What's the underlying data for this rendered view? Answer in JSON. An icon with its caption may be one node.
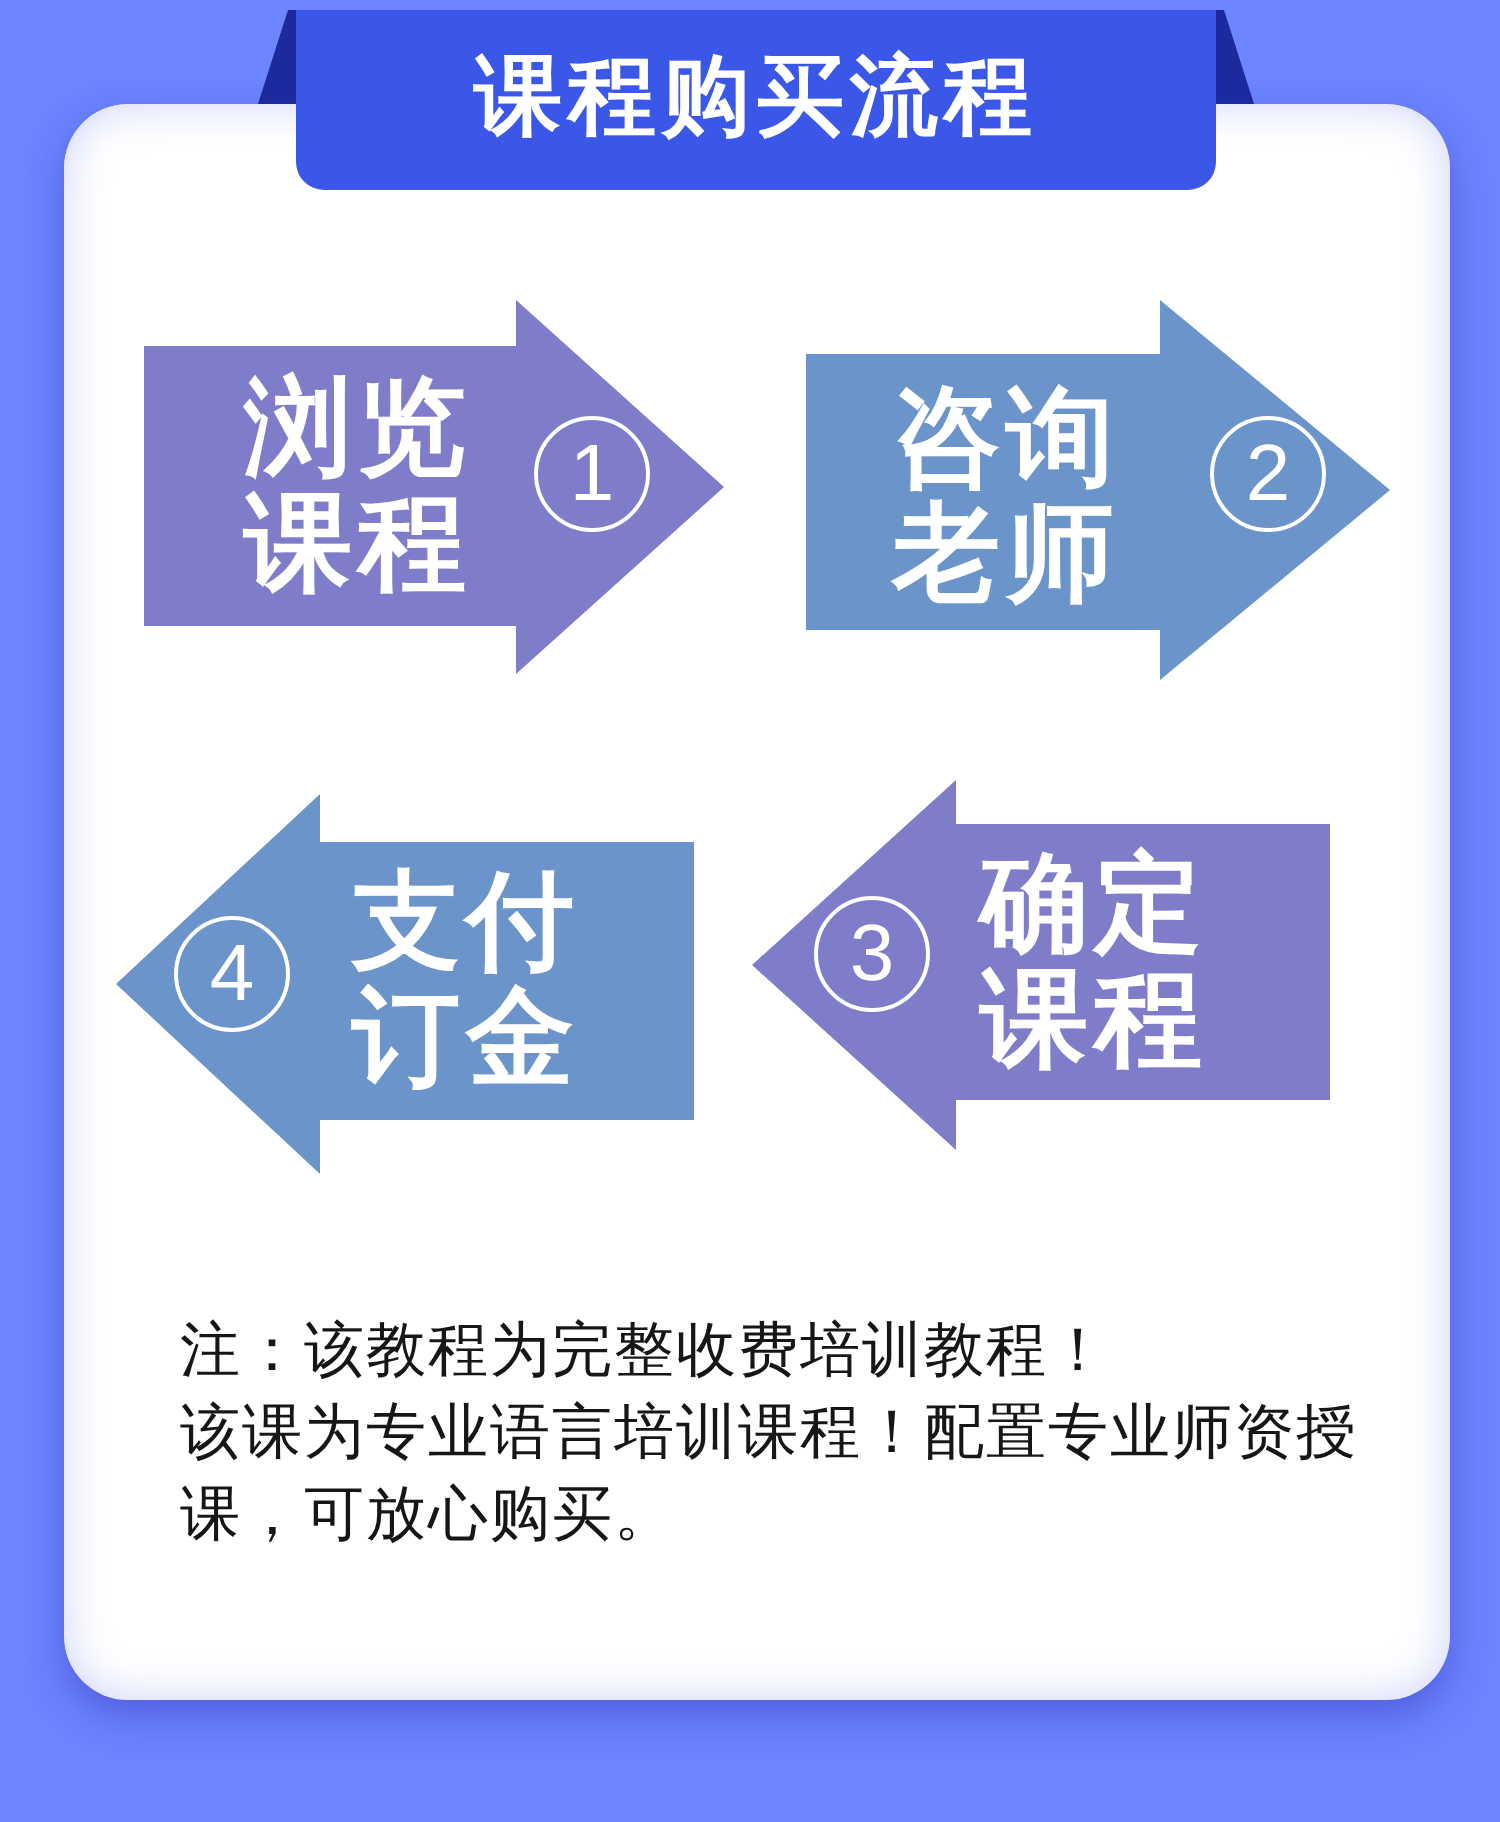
{
  "diagram": {
    "title": "课程购买流程",
    "nodes": [
      {
        "text": [
          "浏览课程"
        ]
      },
      {
        "text": [
          "1"
        ],
        "in": 0
      },
      {
        "text": [
          "咨询老师"
        ]
      },
      {
        "text": [
          "2"
        ],
        "in": 2
      },
      {
        "text": [
          "支付订金"
        ]
      },
      {
        "text": [
          "4"
        ],
        "in": 4
      },
      {
        "text": [
          "确定课程"
        ]
      },
      {
        "text": [
          "3"
        ],
        "in": 6
      }
    ],
    "labels": [
      "注：该教程为完整收费培训教程！",
      "该课为专业语言培训课程！配置专业师资授课，可放心购买。"
    ]
  }
}
